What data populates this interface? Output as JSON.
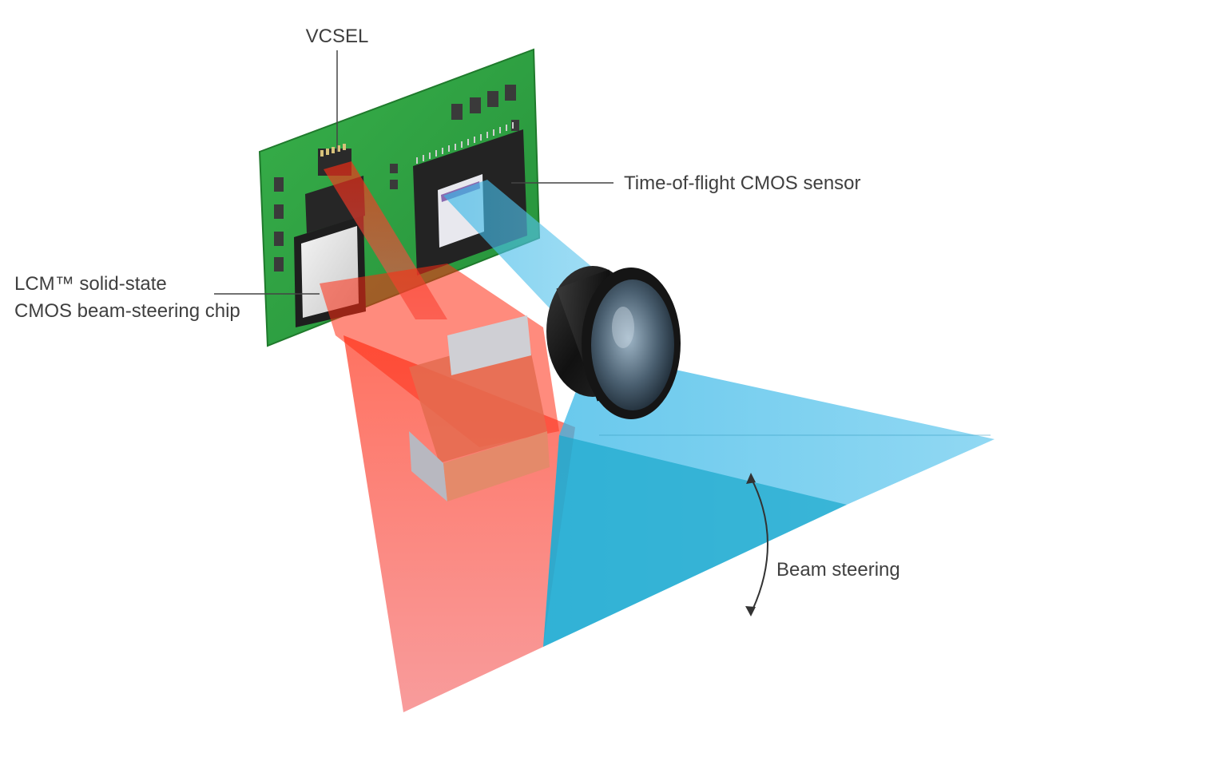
{
  "labels": {
    "vcsel": "VCSEL",
    "tof_sensor": "Time-of-flight CMOS sensor",
    "lcm_line1": "LCM™ solid-state",
    "lcm_line2": "CMOS beam-steering chip",
    "beam_steering": "Beam steering"
  },
  "colors": {
    "pcb": "#2e9e3f",
    "pcb_edge": "#1f7a2c",
    "red_beam": "#f05a5a",
    "blue_beam": "#4fbde6",
    "blue_beam_dark": "#1aa8cc",
    "lens_body": "#1b1b1b",
    "callout_line": "#444444",
    "label_text": "#3f3f3f"
  },
  "icons": [
    "vcsel-emitter-icon",
    "cmos-sensor-icon",
    "lens-icon",
    "beam-steering-arrow-icon"
  ]
}
